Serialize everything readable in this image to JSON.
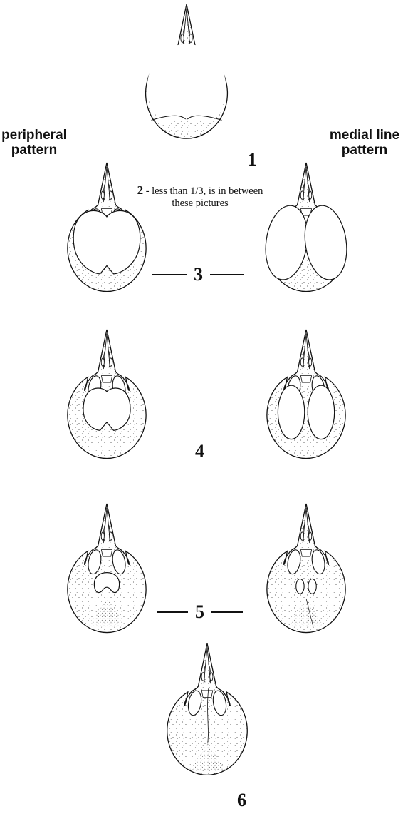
{
  "labels": {
    "left_heading": "peripheral\npattern",
    "right_heading": "medial line\npattern",
    "stage1": "1",
    "stage2_num": "2",
    "stage2_text": " - less than 1/3, is in between these pictures",
    "stage3": "3",
    "stage4": "4",
    "stage5": "5",
    "stage6": "6"
  }
}
